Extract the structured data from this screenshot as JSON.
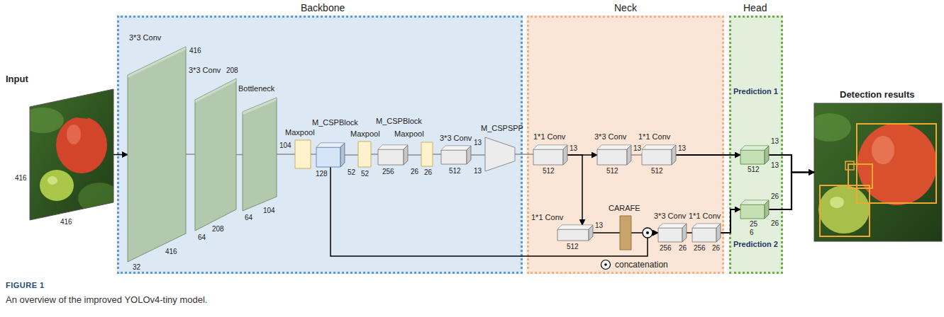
{
  "diagram": {
    "caption": "An overview of the improved YOLOv4-tiny model.",
    "nodes": [
      {
        "text": [
          "Input"
        ]
      },
      {
        "text": [
          "Backbone"
        ]
      },
      {
        "text": [
          "3*3 Conv"
        ],
        "in": 1
      },
      {
        "text": [
          "3*3 Conv"
        ],
        "in": 1
      },
      {
        "text": [
          "Bottleneck"
        ],
        "in": 1
      },
      {
        "text": [
          "Maxpool"
        ],
        "in": 1
      },
      {
        "text": [
          "M_CSPBlock"
        ],
        "in": 1
      },
      {
        "text": [
          "Maxpool"
        ],
        "in": 1
      },
      {
        "text": [
          "M_CSPBlock"
        ],
        "in": 1
      },
      {
        "text": [
          "Maxpool"
        ],
        "in": 1
      },
      {
        "text": [
          "3*3 Conv"
        ],
        "in": 1
      },
      {
        "text": [
          "M_CSPSPP"
        ],
        "in": 1
      },
      {
        "text": [
          "Neck"
        ]
      },
      {
        "text": [
          "1*1 Conv"
        ],
        "in": 12
      },
      {
        "text": [
          "3*3 Conv"
        ],
        "in": 12
      },
      {
        "text": [
          "1*1 Conv"
        ],
        "in": 12
      },
      {
        "text": [
          "1*1 Conv"
        ],
        "in": 12
      },
      {
        "text": [
          "CARAFE"
        ],
        "in": 12
      },
      {
        "text": [
          "3*3 Conv"
        ],
        "in": 12
      },
      {
        "text": [
          "1*1 Conv"
        ],
        "in": 12
      },
      {
        "text": [
          "Head"
        ]
      },
      {
        "text": [
          "Prediction 1"
        ],
        "in": 20
      },
      {
        "text": [
          "Prediction 2"
        ],
        "in": 20
      },
      {
        "text": [
          "Detection results"
        ]
      }
    ],
    "edges": [
      {
        "from": 0,
        "to": 2,
        "arrow": "to"
      },
      {
        "from": 2,
        "to": 3,
        "arrow": "none"
      },
      {
        "from": 3,
        "to": 4,
        "arrow": "none"
      },
      {
        "from": 4,
        "to": 5,
        "arrow": "none"
      },
      {
        "from": 5,
        "to": 6,
        "arrow": "none"
      },
      {
        "from": 6,
        "to": 7,
        "arrow": "none"
      },
      {
        "from": 7,
        "to": 8,
        "arrow": "none"
      },
      {
        "from": 8,
        "to": 9,
        "arrow": "none"
      },
      {
        "from": 9,
        "to": 10,
        "arrow": "none"
      },
      {
        "from": 10,
        "to": 11,
        "arrow": "none"
      },
      {
        "from": 11,
        "to": 13,
        "arrow": "none"
      },
      {
        "from": 13,
        "to": 14,
        "arrow": "to"
      },
      {
        "from": 14,
        "to": 15,
        "arrow": "none"
      },
      {
        "from": 15,
        "to": 21,
        "arrow": "to"
      },
      {
        "from": 13,
        "to": 16,
        "arrow": "to"
      },
      {
        "from": 16,
        "to": 17,
        "arrow": "none"
      },
      {
        "from": 17,
        "to": 18,
        "arrow": "none"
      },
      {
        "from": 6,
        "to": 18,
        "arrow": "to"
      },
      {
        "from": 18,
        "to": 19,
        "arrow": "none"
      },
      {
        "from": 19,
        "to": 22,
        "arrow": "to"
      },
      {
        "from": 21,
        "to": 23,
        "arrow": "to"
      },
      {
        "from": 22,
        "to": 23,
        "arrow": "to"
      }
    ],
    "labels": [
      "416",
      "416",
      "416",
      "416",
      "32",
      "208",
      "208",
      "64",
      "104",
      "104",
      "64",
      "52",
      "128",
      "52",
      "256",
      "26",
      "26",
      "13",
      "13",
      "512",
      "13",
      "512",
      "13",
      "512",
      "13",
      "512",
      "13",
      "13",
      "512",
      "13",
      "512",
      "256",
      "26",
      "256",
      "26",
      "26",
      "25 6",
      "26",
      "FIGURE 1"
    ],
    "legend": [
      {
        "text": "concatenation"
      }
    ]
  }
}
